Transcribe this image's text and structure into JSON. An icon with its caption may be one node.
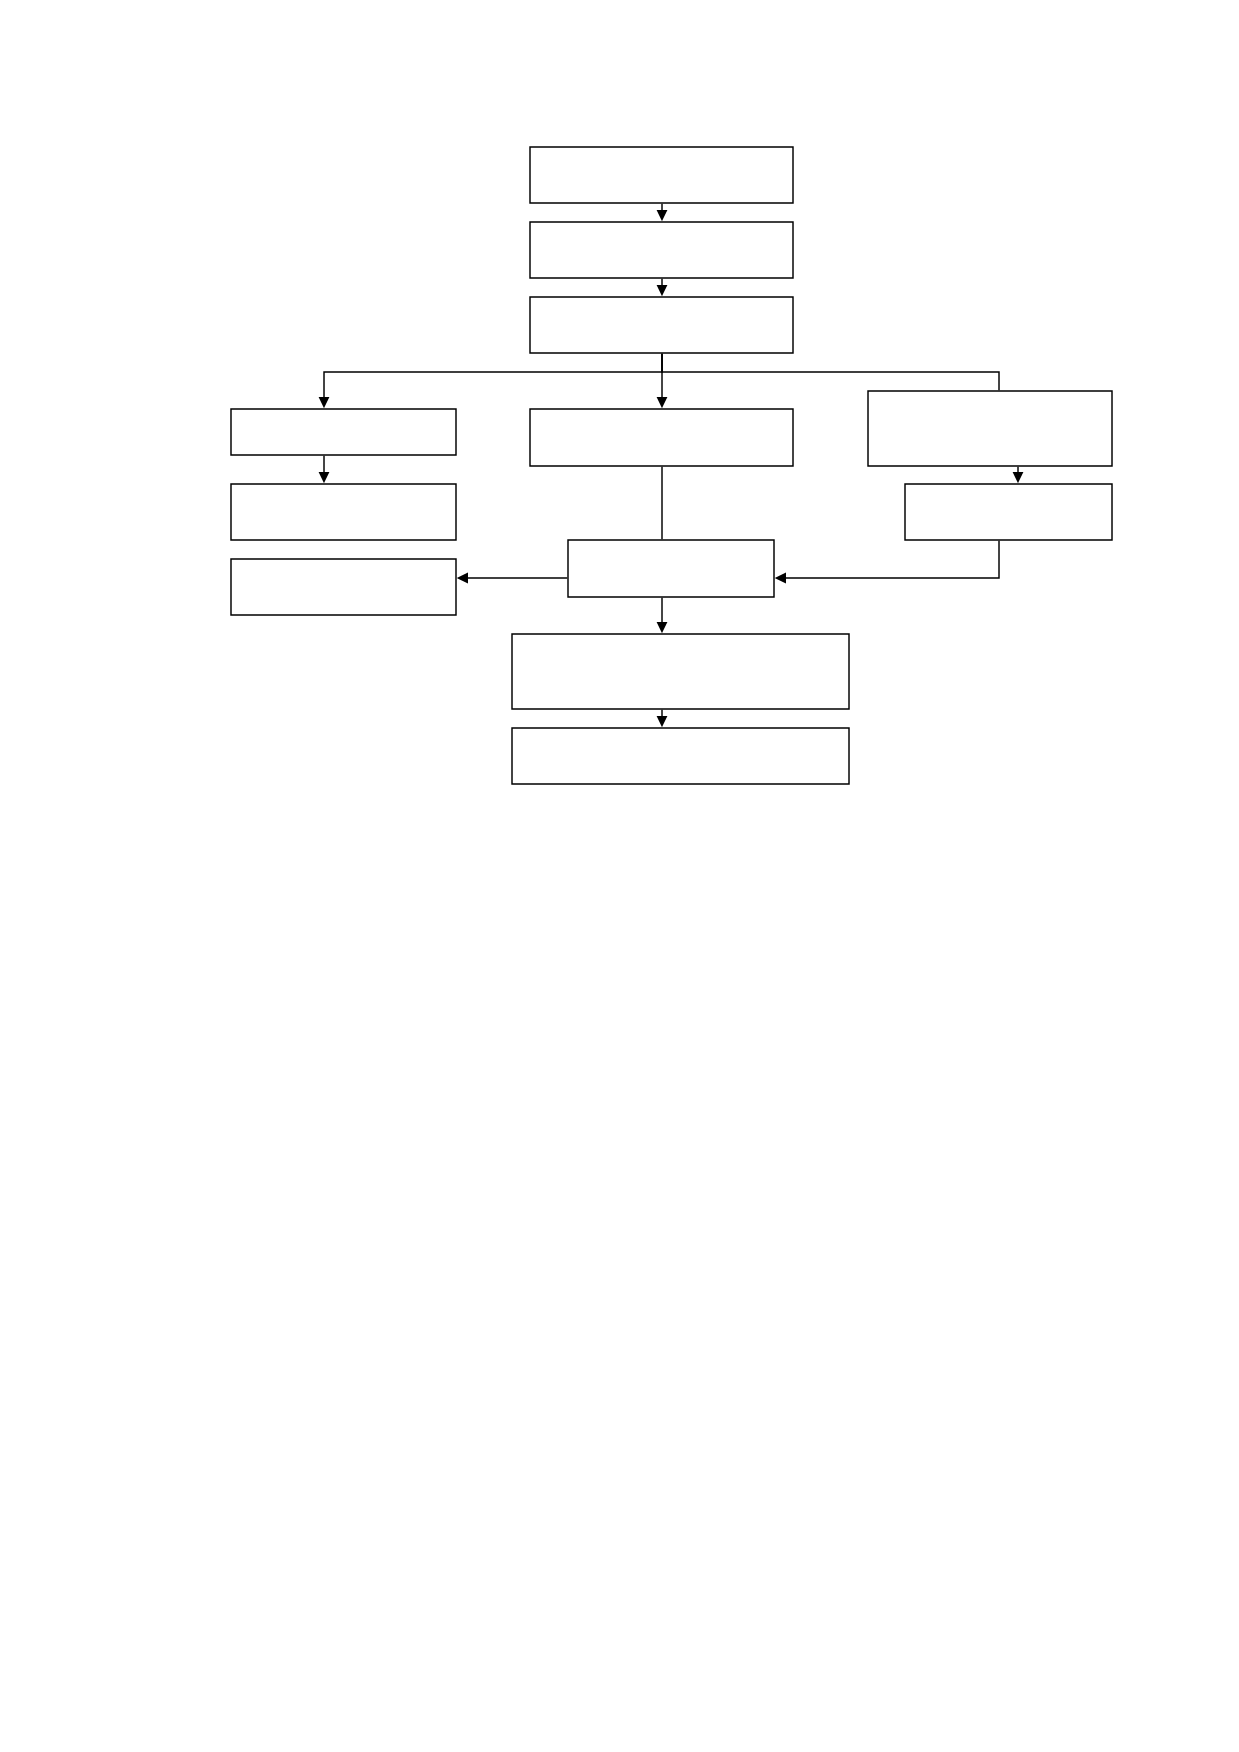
{
  "diagram": {
    "nodes": [
      {
        "text": [],
        "shape": "box"
      },
      {
        "text": [],
        "shape": "box"
      },
      {
        "text": [],
        "shape": "box"
      },
      {
        "text": [],
        "shape": "box"
      },
      {
        "text": [],
        "shape": "box"
      },
      {
        "text": [],
        "shape": "box"
      },
      {
        "text": [],
        "shape": "box"
      },
      {
        "text": [],
        "shape": "box"
      },
      {
        "text": [],
        "shape": "box"
      },
      {
        "text": [],
        "shape": "box"
      },
      {
        "text": [],
        "shape": "box"
      },
      {
        "text": [],
        "shape": "box"
      }
    ],
    "edges": [
      {
        "from": 0,
        "to": 1,
        "arrow": "to"
      },
      {
        "from": 1,
        "to": 2,
        "arrow": "to"
      },
      {
        "from": 2,
        "to": 3,
        "arrow": "to"
      },
      {
        "from": 2,
        "to": 4,
        "arrow": "to"
      },
      {
        "from": 2,
        "to": 5,
        "arrow": "none"
      },
      {
        "from": 3,
        "to": 6,
        "arrow": "to"
      },
      {
        "from": 5,
        "to": 7,
        "arrow": "to"
      },
      {
        "from": 4,
        "to": 8,
        "arrow": "none"
      },
      {
        "from": 7,
        "to": 8,
        "arrow": "to"
      },
      {
        "from": 8,
        "to": 9,
        "arrow": "to"
      },
      {
        "from": 8,
        "to": 10,
        "arrow": "to"
      },
      {
        "from": 10,
        "to": 11,
        "arrow": "to"
      }
    ]
  }
}
